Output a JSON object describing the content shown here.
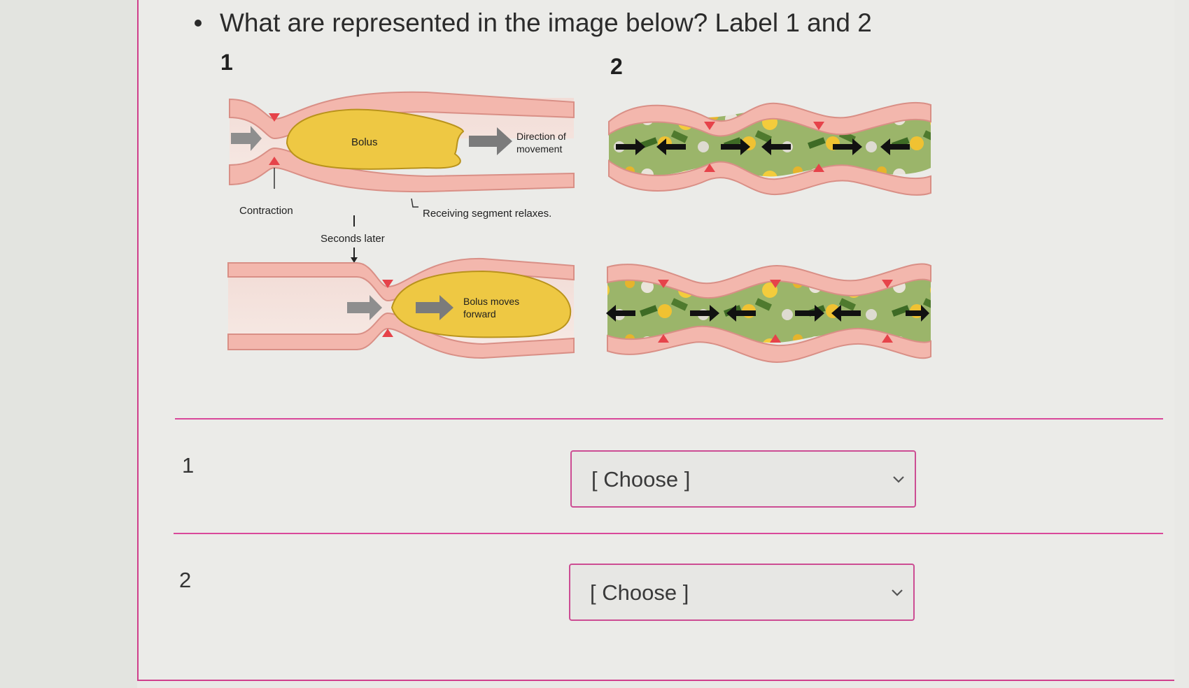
{
  "question": {
    "text": "What are represented in the image below? Label 1 and 2"
  },
  "figure": {
    "panel_1_label": "1",
    "panel_2_label": "2",
    "bolus_label": "Bolus",
    "direction_label_line1": "Direction of",
    "direction_label_line2": "movement",
    "contraction_label": "Contraction",
    "receiving_label": "Receiving segment relaxes.",
    "seconds_later_label": "Seconds later",
    "bolus_moves_line1": "Bolus moves",
    "bolus_moves_line2": "forward"
  },
  "answers": [
    {
      "number": "1",
      "selected": "[ Choose ]"
    },
    {
      "number": "2",
      "selected": "[ Choose ]"
    }
  ],
  "colors": {
    "accent": "#d9489a",
    "wall": "#f3b7ad",
    "bolus": "#eec843"
  }
}
